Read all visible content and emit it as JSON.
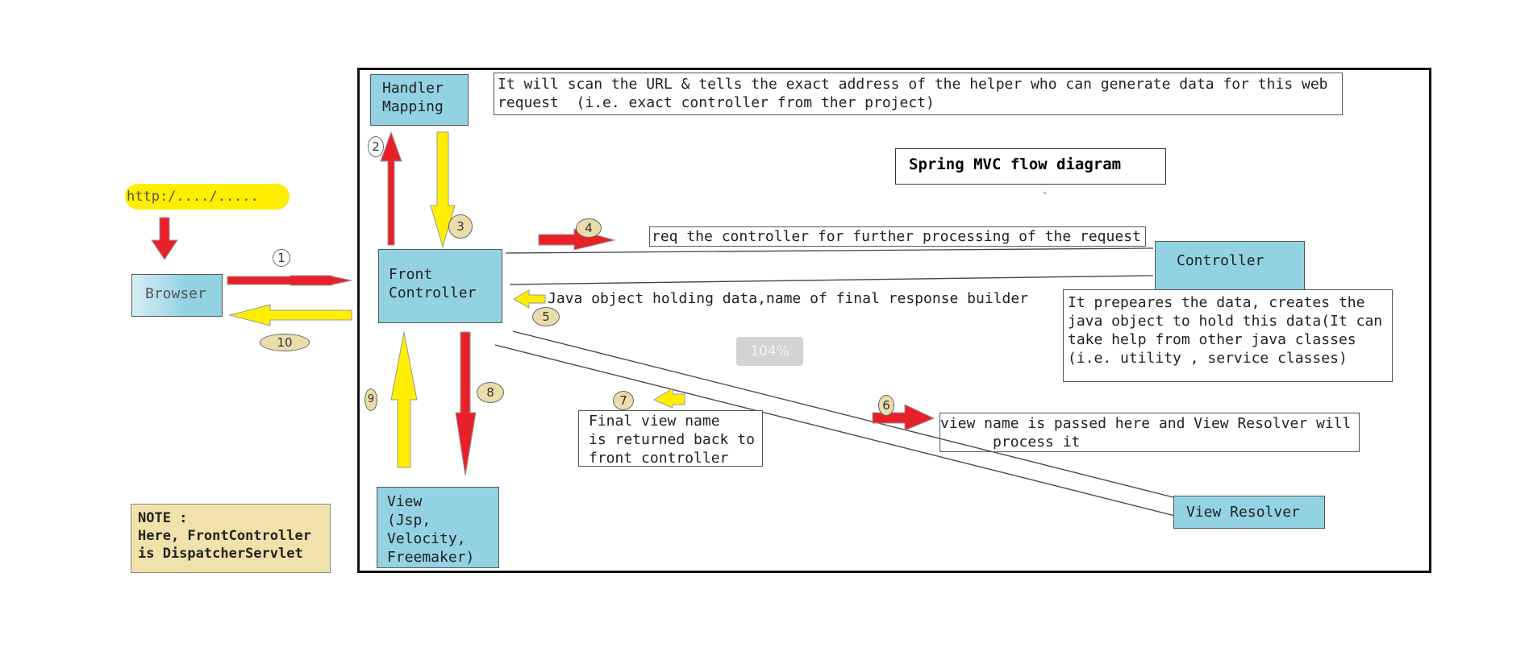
{
  "diagram": {
    "title": "Spring MVC flow diagram",
    "url_bubble": "http:/..../.....",
    "boxes": {
      "handler_mapping": "Handler\nMapping",
      "browser": "Browser",
      "front_controller": "Front\nController",
      "controller": "Controller",
      "view": "View\n(Jsp,\nVelocity,\nFreemaker)",
      "view_resolver": "View Resolver"
    },
    "descriptions": {
      "handler_mapping": "It will scan the URL & tells the exact address of the helper who can generate data for this web\nrequest  (i.e. exact controller from ther project)",
      "request_controller": "req the controller for further processing of the request",
      "java_object": "Java object holding data,name of final response builder",
      "controller": "It prepeares the data, creates the\njava object to hold this data(It can\ntake help from other java classes\n(i.e. utility , service classes)",
      "final_view": "Final view name\nis returned back to\nfront controller",
      "view_resolver": "view name is passed here and View Resolver will\n      process it"
    },
    "note": "NOTE :\nHere, FrontController\nis DispatcherServlet",
    "steps": [
      "1",
      "2",
      "3",
      "4",
      "5",
      "6",
      "7",
      "8",
      "9",
      "10"
    ],
    "zoom_overlay": "104%"
  },
  "colors": {
    "box_fill": "#92d2e3",
    "arrow_red": "#e8202a",
    "arrow_yellow": "#ffee00",
    "badge_tan": "#eadcab",
    "note_fill": "#f1e2ac"
  }
}
